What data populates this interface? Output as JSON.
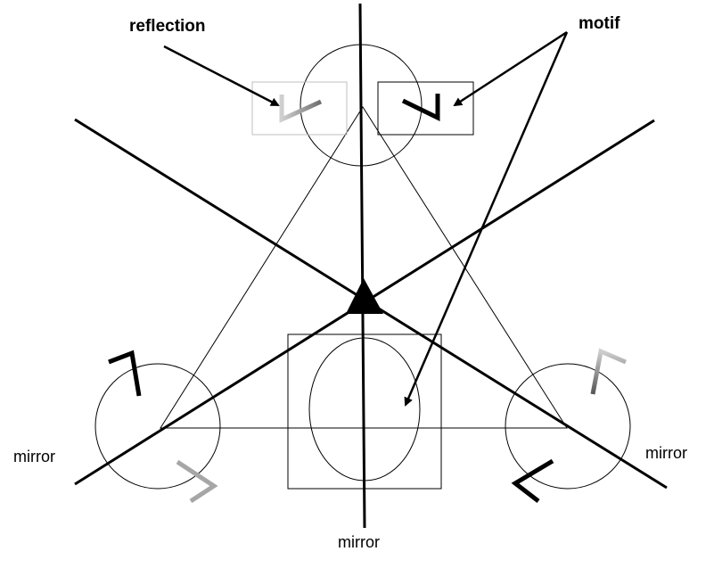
{
  "labels": {
    "reflection": "reflection",
    "motif": "motif",
    "mirror_left": "mirror",
    "mirror_bottom": "mirror",
    "mirror_right": "mirror"
  },
  "colors": {
    "ink": "#000000",
    "reflection_gray": "#a6a6a6",
    "reflection_gray_dark": "#6e6e6e",
    "thin_frame": "#bfbfbf"
  }
}
